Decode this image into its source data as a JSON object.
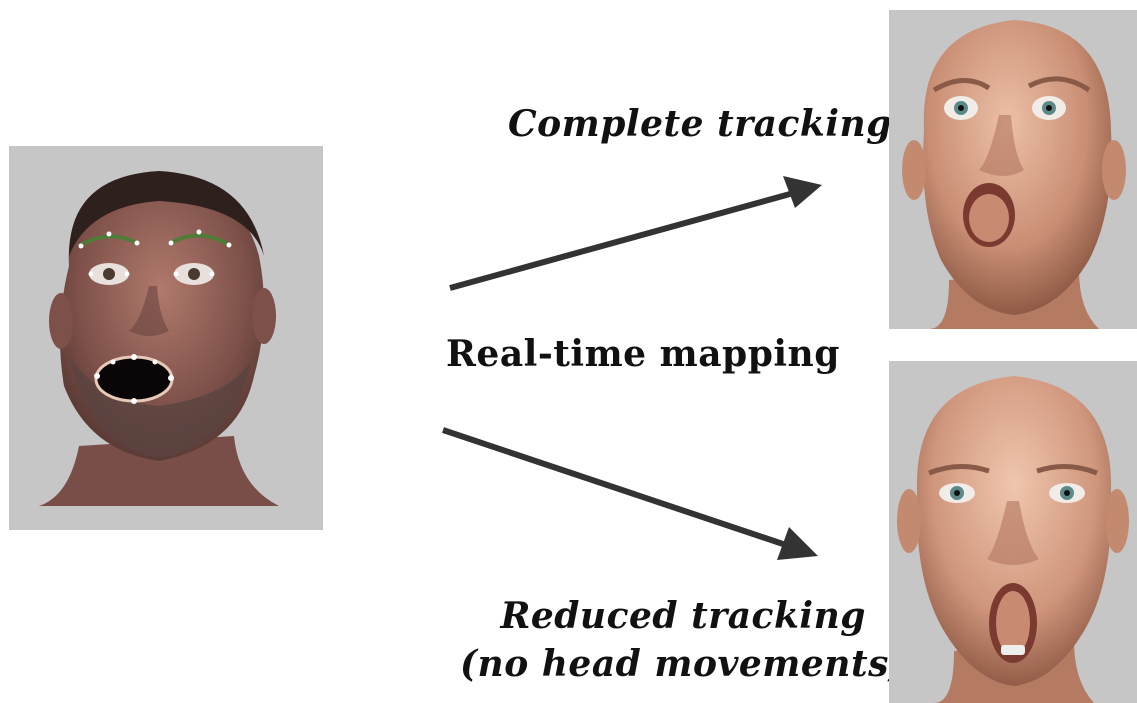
{
  "labels": {
    "complete_tracking": "Complete tracking",
    "real_time_mapping": "Real-time mapping",
    "reduced_tracking_line1": "Reduced tracking",
    "reduced_tracking_line2": "(no head movements)"
  },
  "colors": {
    "panel_background": "#c6c6c6",
    "arrow": "#333333",
    "text": "#111111",
    "skin_real": "#8a5a52",
    "skin_avatar": "#d9a28a"
  },
  "images": {
    "input": "photo-face-with-tracking-points",
    "avatar_complete": "avatar-head-tilted-open-mouth",
    "avatar_reduced": "avatar-head-frontal-open-mouth"
  }
}
